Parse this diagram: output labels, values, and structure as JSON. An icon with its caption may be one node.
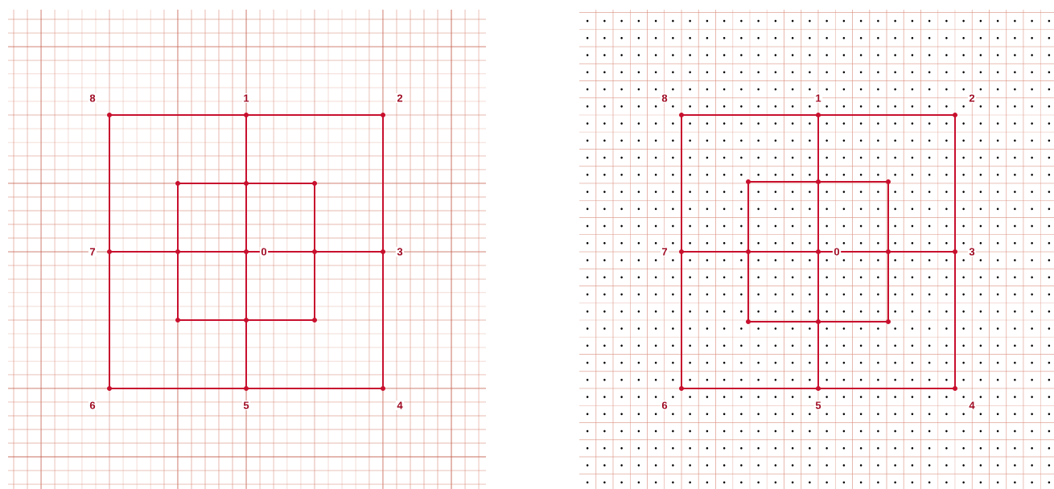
{
  "diagram": {
    "labels": [
      "8",
      "1",
      "2",
      "7",
      "0",
      "3",
      "6",
      "5",
      "4",
      "8",
      "1",
      "2",
      "7",
      "0",
      "3",
      "6",
      "5",
      "4"
    ]
  }
}
